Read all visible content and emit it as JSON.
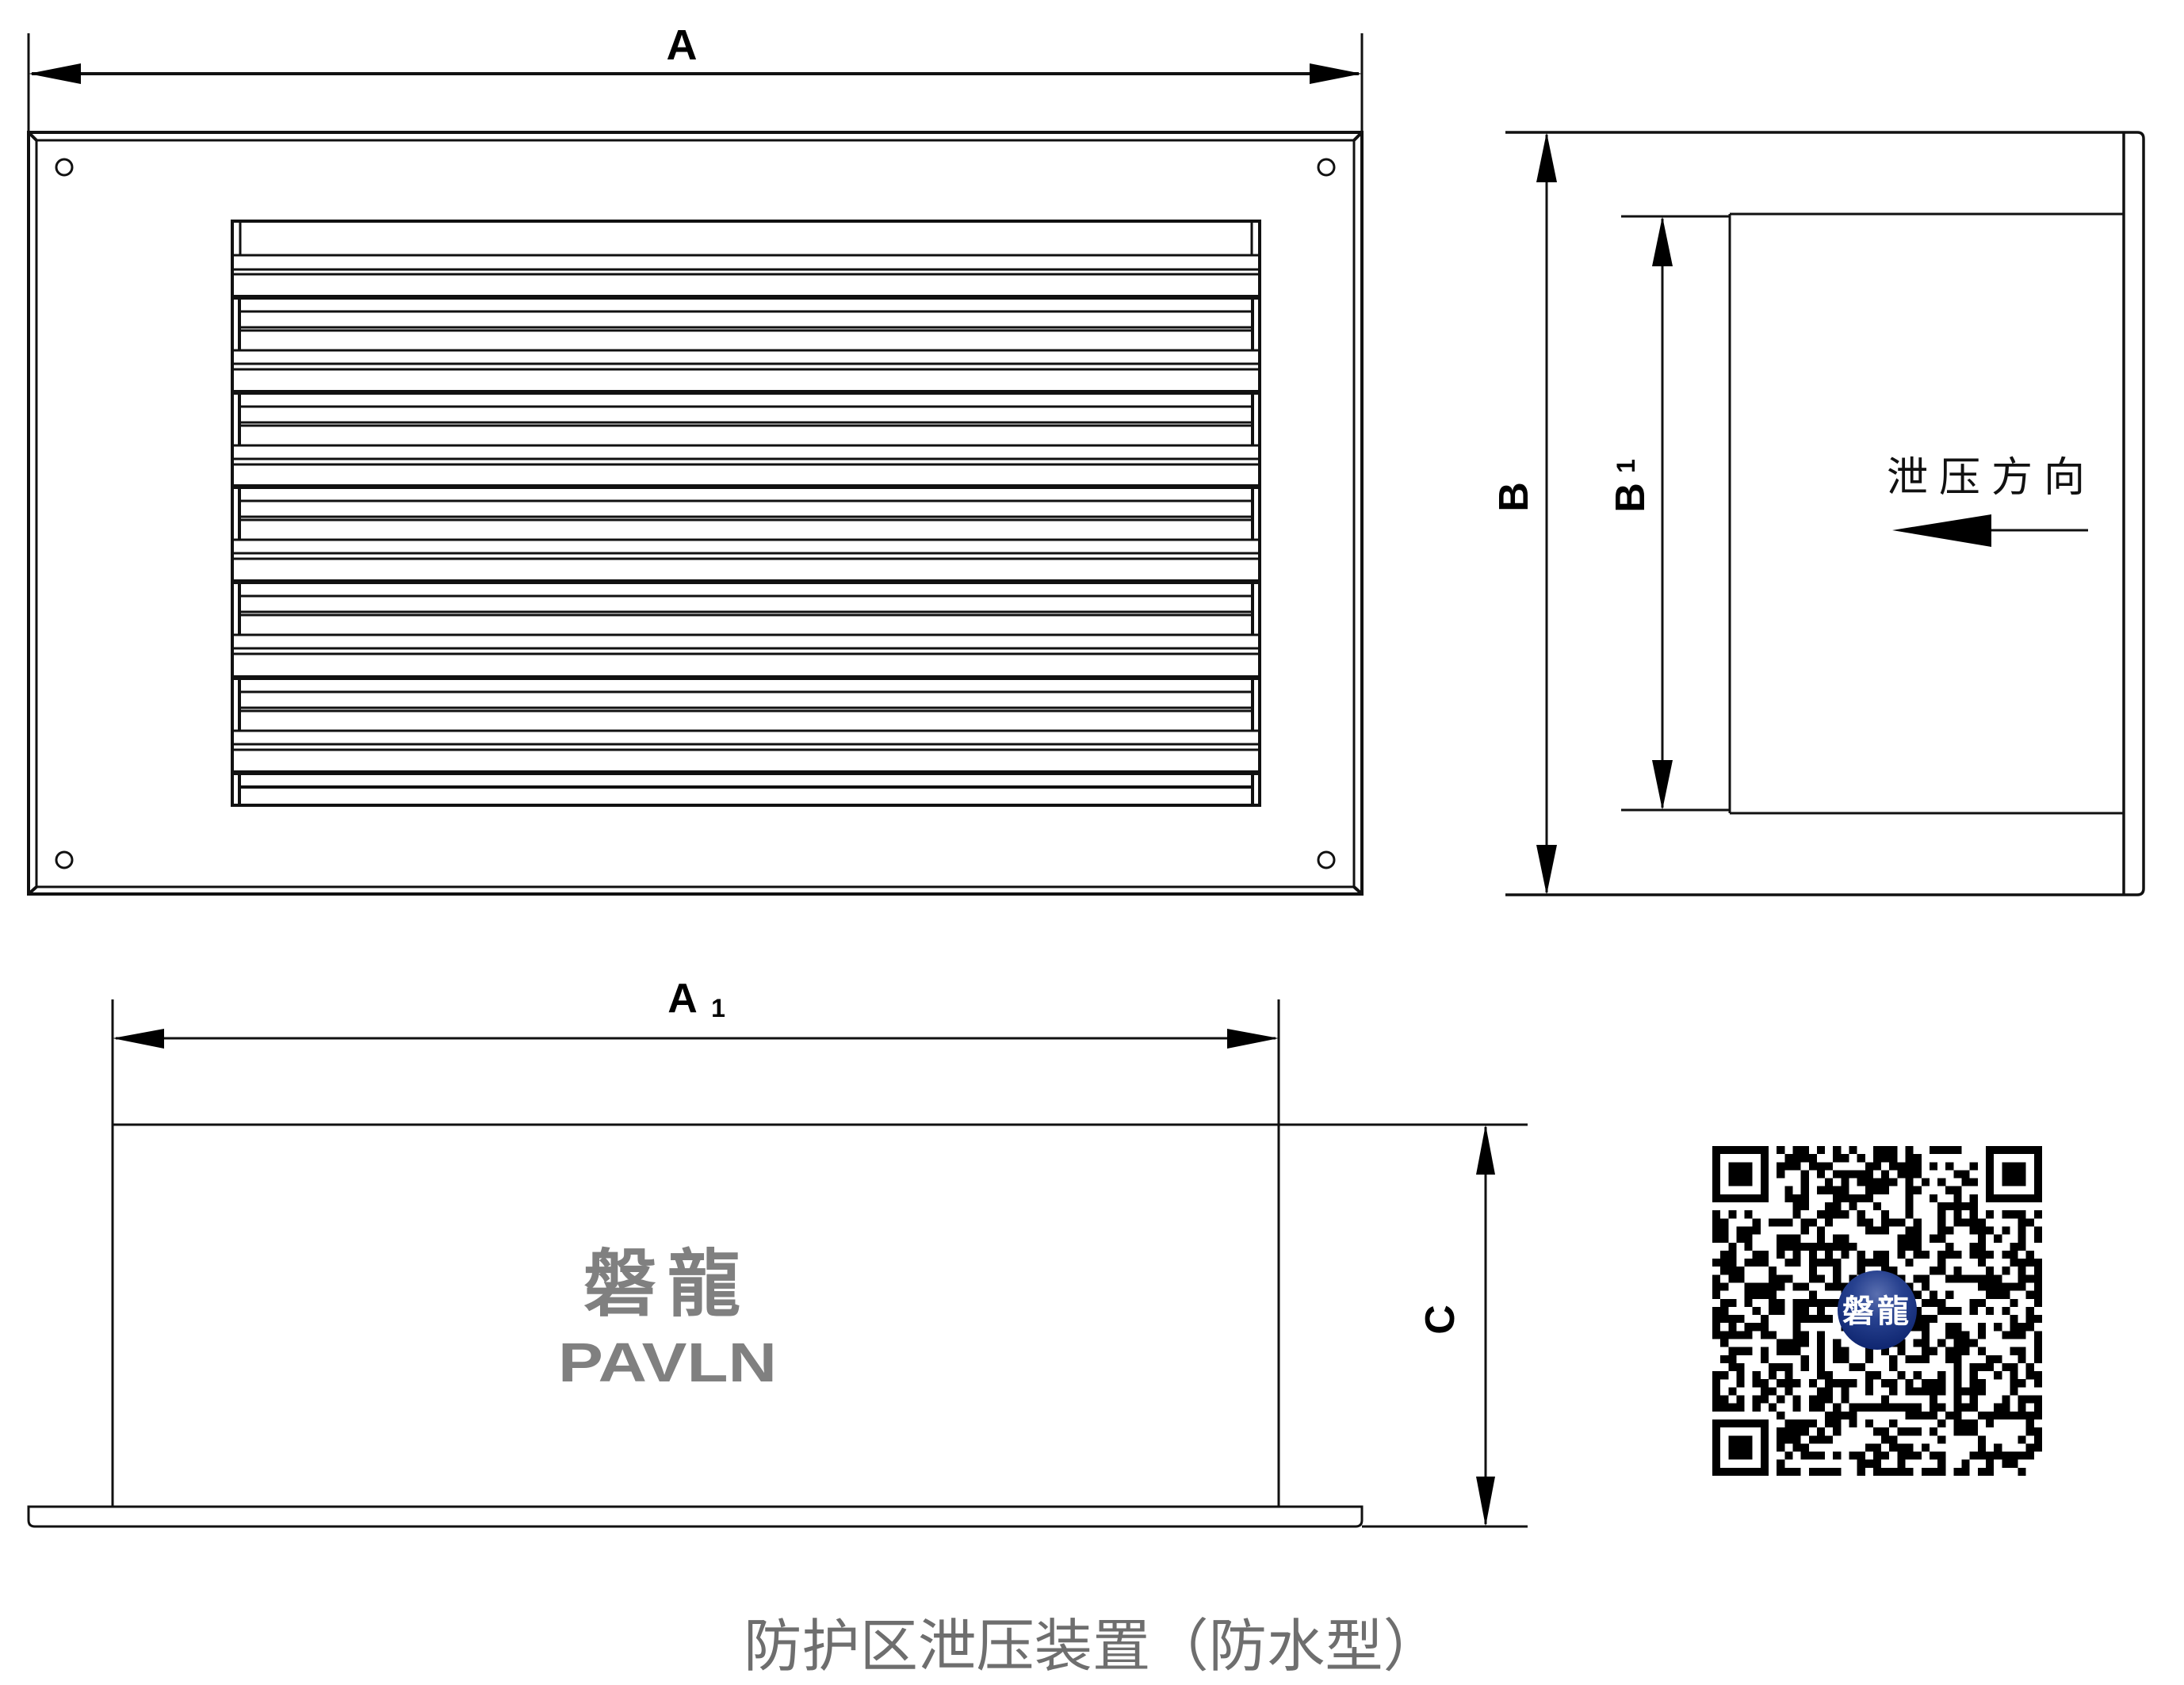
{
  "front_view": {
    "dimension_width_label": "A",
    "mounting_holes": 4,
    "grille_blades": 6
  },
  "side_view": {
    "dimension_outer_height_label": "B",
    "dimension_inner_height_label": "B",
    "dimension_inner_height_subscript": "1",
    "relief_direction_label": "泄压方向",
    "relief_direction_arrow": "arrow-left"
  },
  "bottom_view": {
    "dimension_inner_width_label": "A",
    "dimension_inner_width_subscript": "1",
    "dimension_depth_label": "C",
    "brand_name_cn": "磐龍",
    "brand_name_en": "PAVLN"
  },
  "qr_code": {
    "modules": 41,
    "center_logo_text": "磐龍",
    "center_logo_color": "#1c3480"
  },
  "caption": "防护区泄压装置（防水型）",
  "colors": {
    "line": "#111111",
    "logo_gray": "#808080",
    "caption_gray": "#6e6e6e",
    "qr_badge_blue": "#1c3480"
  }
}
